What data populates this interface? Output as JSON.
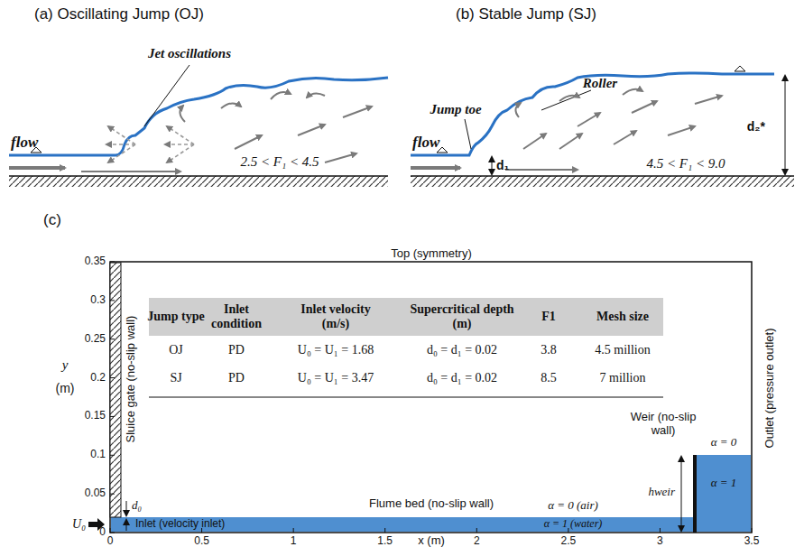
{
  "diagram": {
    "labels": [
      "(a) Oscillating Jump (OJ)",
      "Jet oscillations",
      "flow",
      "2.5 < F₁ < 4.5",
      "(b) Stable Jump (SJ)",
      "Roller",
      "Jump toe",
      "d₁",
      "flow",
      "d₂*",
      "4.5 < F₁ < 9.0",
      "(c)",
      "Top (symmetry)",
      "0.35",
      "0.3",
      "0.25",
      "0.2",
      "0.15",
      "0.1",
      "0.05",
      "0",
      "y",
      "(m)",
      "0",
      "0.5",
      "1",
      "1.5",
      "2",
      "2.5",
      "3",
      "3.5",
      "x (m)",
      "Sluice gate (no-slip wall)",
      "Outlet (pressure outlet)",
      "Jump type",
      "Inlet condition",
      "Inlet velocity (m/s)",
      "Supercritical depth (m)",
      "F1",
      "Mesh size",
      "OJ",
      "PD",
      "U₀ = U₁ = 1.68",
      "d₀ = d₁ = 0.02",
      "3.8",
      "4.5 million",
      "SJ",
      "PD",
      "U₀ = U₁ = 3.47",
      "d₀ = d₁ = 0.02",
      "8.5",
      "7 million",
      "Weir (no-slip wall)",
      "α = 0",
      "α = 1",
      "hweir",
      "Flume bed (no-slip wall)",
      "α = 0 (air)",
      "α = 1 (water)",
      "d₀",
      "U₀",
      "Inlet (velocity inlet)"
    ]
  }
}
